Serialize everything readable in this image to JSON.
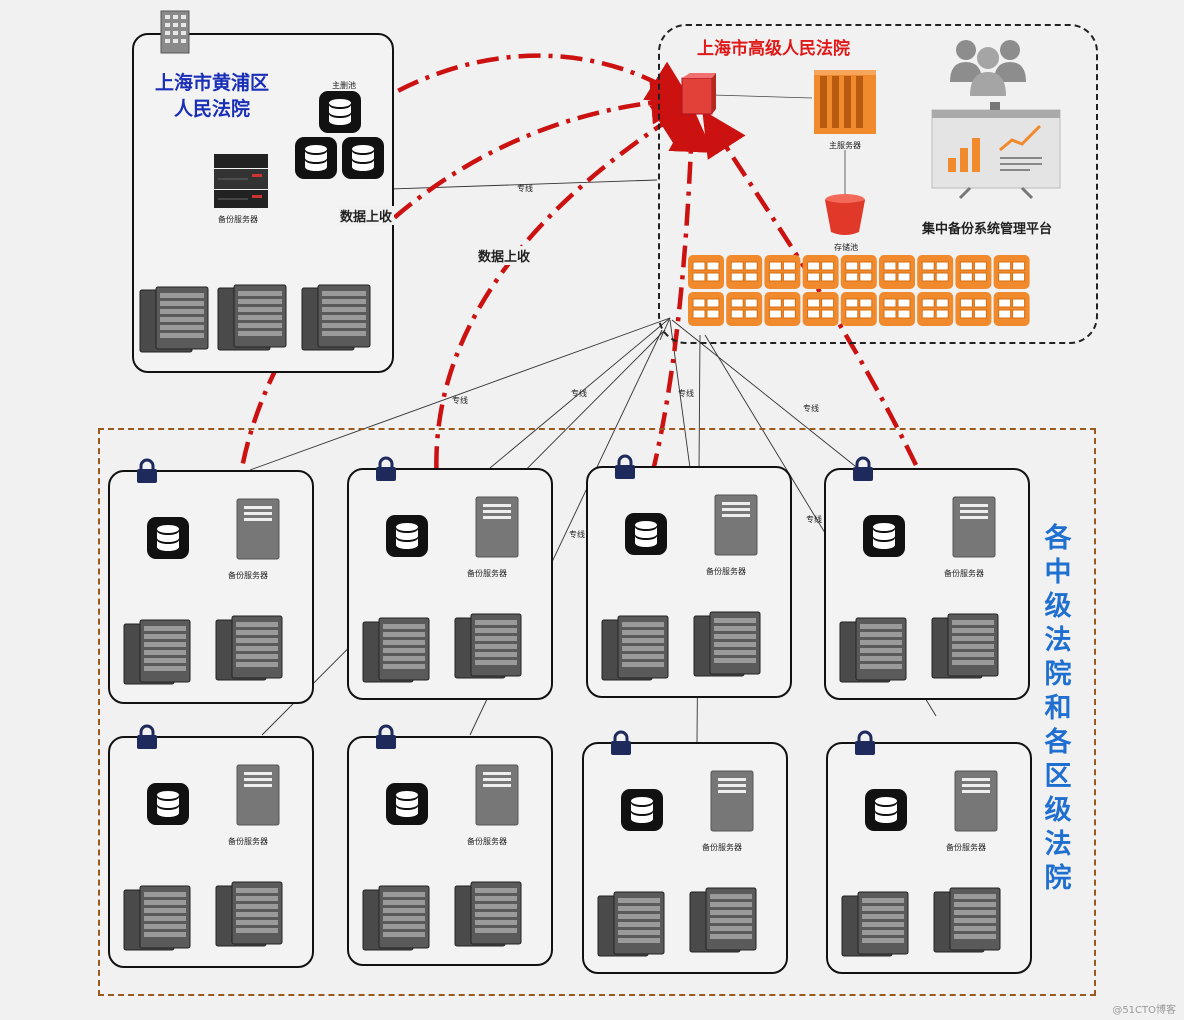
{
  "huangpu": {
    "title_line1": "上海市黄浦区",
    "title_line2": "人民法院",
    "primary_pool": "主删池",
    "backup_server": "备份服务器"
  },
  "high_court": {
    "title": "上海市高级人民法院",
    "main_server": "主服务器",
    "storage_pool": "存储池",
    "platform": "集中备份系统管理平台"
  },
  "links": {
    "dedicated_line": "专线",
    "data_upload": "数据上收"
  },
  "courts_group": {
    "label": "各中级法院和各区级法院",
    "backup_server": "备份服务器"
  },
  "watermark": "@51CTO博客",
  "colors": {
    "upload_arrow": "#cc1111",
    "server_orange": "#f08a2c",
    "court_group_border": "#9a5a1e",
    "group_label": "#1f6fd0",
    "huangpu_title": "#1a2fb8",
    "high_court_title": "#e01818"
  }
}
